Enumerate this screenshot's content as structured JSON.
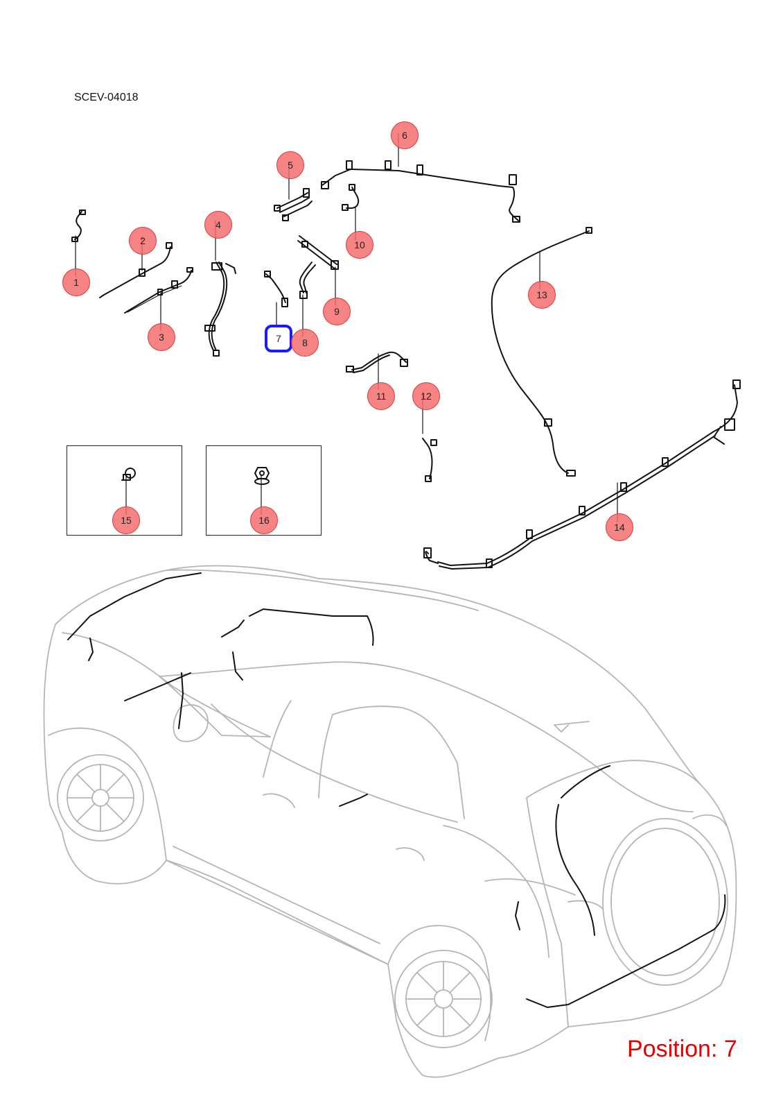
{
  "diagram_code": "SCEV-04018",
  "position_label": "Position: 7",
  "callouts": [
    {
      "label": "1",
      "selected": false
    },
    {
      "label": "2",
      "selected": false
    },
    {
      "label": "3",
      "selected": false
    },
    {
      "label": "4",
      "selected": false
    },
    {
      "label": "5",
      "selected": false
    },
    {
      "label": "6",
      "selected": false
    },
    {
      "label": "7",
      "selected": true
    },
    {
      "label": "8",
      "selected": false
    },
    {
      "label": "9",
      "selected": false
    },
    {
      "label": "10",
      "selected": false
    },
    {
      "label": "11",
      "selected": false
    },
    {
      "label": "12",
      "selected": false
    },
    {
      "label": "13",
      "selected": false
    },
    {
      "label": "14",
      "selected": false
    },
    {
      "label": "15",
      "selected": false
    },
    {
      "label": "16",
      "selected": false
    }
  ],
  "colors": {
    "callout_fill": "#f46e6e",
    "selected_outline": "#1a1aff",
    "position_text": "#e60000",
    "car_outline": "#b5b5b5",
    "harness": "#111111"
  }
}
